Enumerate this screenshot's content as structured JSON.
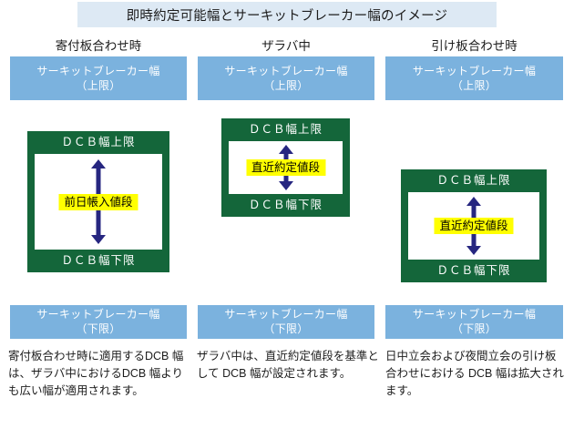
{
  "title": "即時約定可能幅とサーキットブレーカー幅のイメージ",
  "colors": {
    "title_band": "#DDE9F4",
    "cb_band": "#7BB2DE",
    "dcb_green": "#14663A",
    "arrow_navy": "#262680",
    "price_highlight": "#FFFF00",
    "page_bg": "#FFFFFF"
  },
  "columns": [
    {
      "header": "寄付板合わせ時",
      "cb_upper_line1": "サーキットブレーカー幅",
      "cb_upper_line2": "（上限）",
      "cb_lower_line1": "サーキットブレーカー幅",
      "cb_lower_line2": "（下限）",
      "dcb_upper": "ＤＣＢ幅上限",
      "dcb_lower": "ＤＣＢ幅下限",
      "price_label": "前日帳入値段",
      "note": "寄付板合わせ時に適用するDCB 幅は、ザラバ中におけるDCB 幅よりも広い幅が適用されます。"
    },
    {
      "header": "ザラバ中",
      "cb_upper_line1": "サーキットブレーカー幅",
      "cb_upper_line2": "（上限）",
      "cb_lower_line1": "サーキットブレーカー幅",
      "cb_lower_line2": "（下限）",
      "dcb_upper": "ＤＣＢ幅上限",
      "dcb_lower": "ＤＣＢ幅下限",
      "price_label": "直近約定値段",
      "note": "ザラバ中は、直近約定値段を基準として DCB 幅が設定されます。"
    },
    {
      "header": "引け板合わせ時",
      "cb_upper_line1": "サーキットブレーカー幅",
      "cb_upper_line2": "（上限）",
      "cb_lower_line1": "サーキットブレーカー幅",
      "cb_lower_line2": "（下限）",
      "dcb_upper": "ＤＣＢ幅上限",
      "dcb_lower": "ＤＣＢ幅下限",
      "price_label": "直近約定値段",
      "note": "日中立会および夜間立会の引け板合わせにおける DCB 幅は拡大されます。"
    }
  ]
}
